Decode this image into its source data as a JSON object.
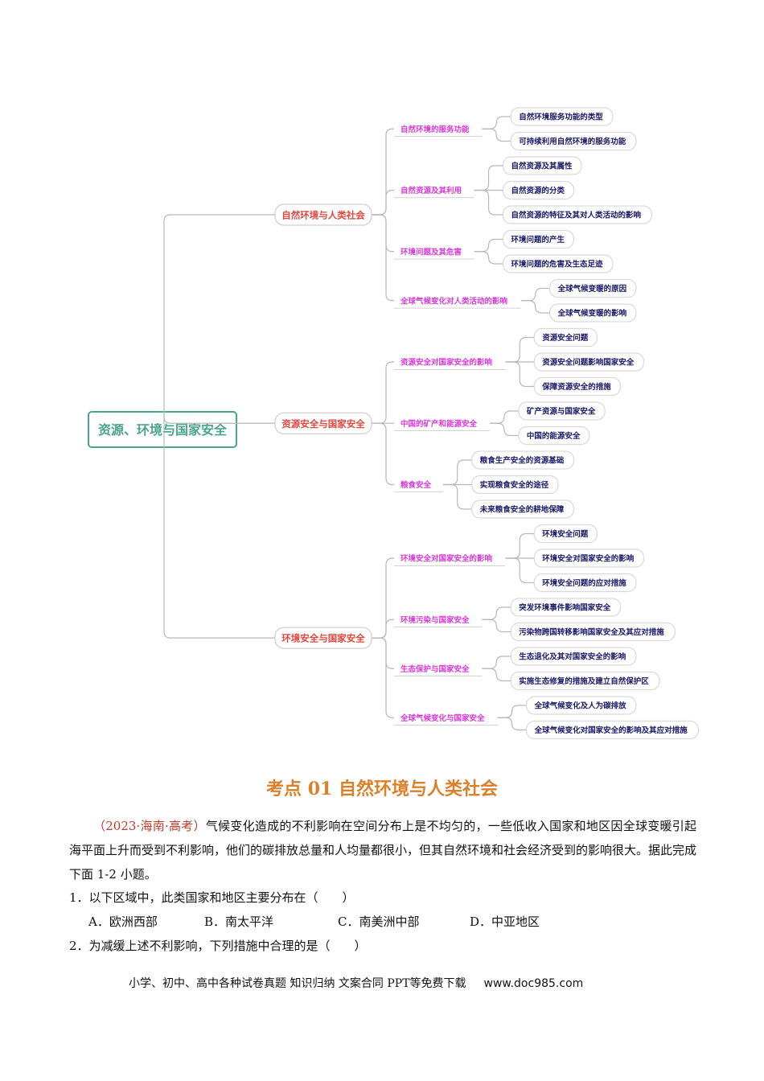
{
  "mindmap": {
    "root": "资源、环境与国家安全",
    "branches": [
      {
        "label": "自然环境与人类社会",
        "children": [
          {
            "label": "自然环境的服务功能",
            "leaves": [
              "自然环境服务功能的类型",
              "可持续利用自然环境的服务功能"
            ]
          },
          {
            "label": "自然资源及其利用",
            "leaves": [
              "自然资源及其属性",
              "自然资源的分类",
              "自然资源的特征及其对人类活动的影响"
            ]
          },
          {
            "label": "环境问题及其危害",
            "leaves": [
              "环境问题的产生",
              "环境问题的危害及生态足迹"
            ]
          },
          {
            "label": "全球气候变化对人类活动的影响",
            "leaves": [
              "全球气候变暖的原因",
              "全球气候变暖的影响"
            ]
          }
        ]
      },
      {
        "label": "资源安全与国家安全",
        "children": [
          {
            "label": "资源安全对国家安全的影响",
            "leaves": [
              "资源安全问题",
              "资源安全问题影响国家安全",
              "保障资源安全的措施"
            ]
          },
          {
            "label": "中国的矿产和能源安全",
            "leaves": [
              "矿产资源与国家安全",
              "中国的能源安全"
            ]
          },
          {
            "label": "粮食安全",
            "leaves": [
              "粮食生产安全的资源基础",
              "实现粮食安全的途径",
              "未来粮食安全的耕地保障"
            ]
          }
        ]
      },
      {
        "label": "环境安全与国家安全",
        "children": [
          {
            "label": "环境安全对国家安全的影响",
            "leaves": [
              "环境安全问题",
              "环境安全对国家安全的影响",
              "环境安全问题的应对措施"
            ]
          },
          {
            "label": "环境污染与国家安全",
            "leaves": [
              "突发环境事件影响国家安全",
              "污染物跨国转移影响国家安全及其应对措施"
            ]
          },
          {
            "label": "生态保护与国家安全",
            "leaves": [
              "生态退化及其对国家安全的影响",
              "实施生态修复的措施及建立自然保护区"
            ]
          },
          {
            "label": "全球气候变化与国家安全",
            "leaves": [
              "全球气候变化及人为碳排放",
              "全球气候变化对国家安全的影响及其应对措施"
            ]
          }
        ]
      }
    ],
    "colors": {
      "root": "#4aa58a",
      "branch": "#e0473e",
      "sub": "#d63ad6",
      "leaf": "#1a1a66",
      "line": "#b8b8b8"
    }
  },
  "heading": "考点 01 自然环境与人类社会",
  "passage": {
    "source": "（2023·海南·高考）",
    "text": "气候变化造成的不利影响在空间分布上是不均匀的，一些低收入国家和地区因全球变暖引起海平面上升而受到不利影响，他们的碳排放总量和人均量都很小，但其自然环境和社会经济受到的影响很大。据此完成下面 1-2 小题。"
  },
  "questions": [
    {
      "stem": "1．以下区域中，此类国家和地区主要分布在（　　）",
      "options": [
        "A．欧洲西部",
        "B．南太平洋",
        "C．南美洲中部",
        "D．中亚地区"
      ]
    },
    {
      "stem": "2．为减缓上述不利影响，下列措施中合理的是（　　）"
    }
  ],
  "footer": {
    "text": "小学、初中、高中各种试卷真题  知识归纳  文案合同  PPT等免费下载",
    "url": "www.doc985.com"
  }
}
